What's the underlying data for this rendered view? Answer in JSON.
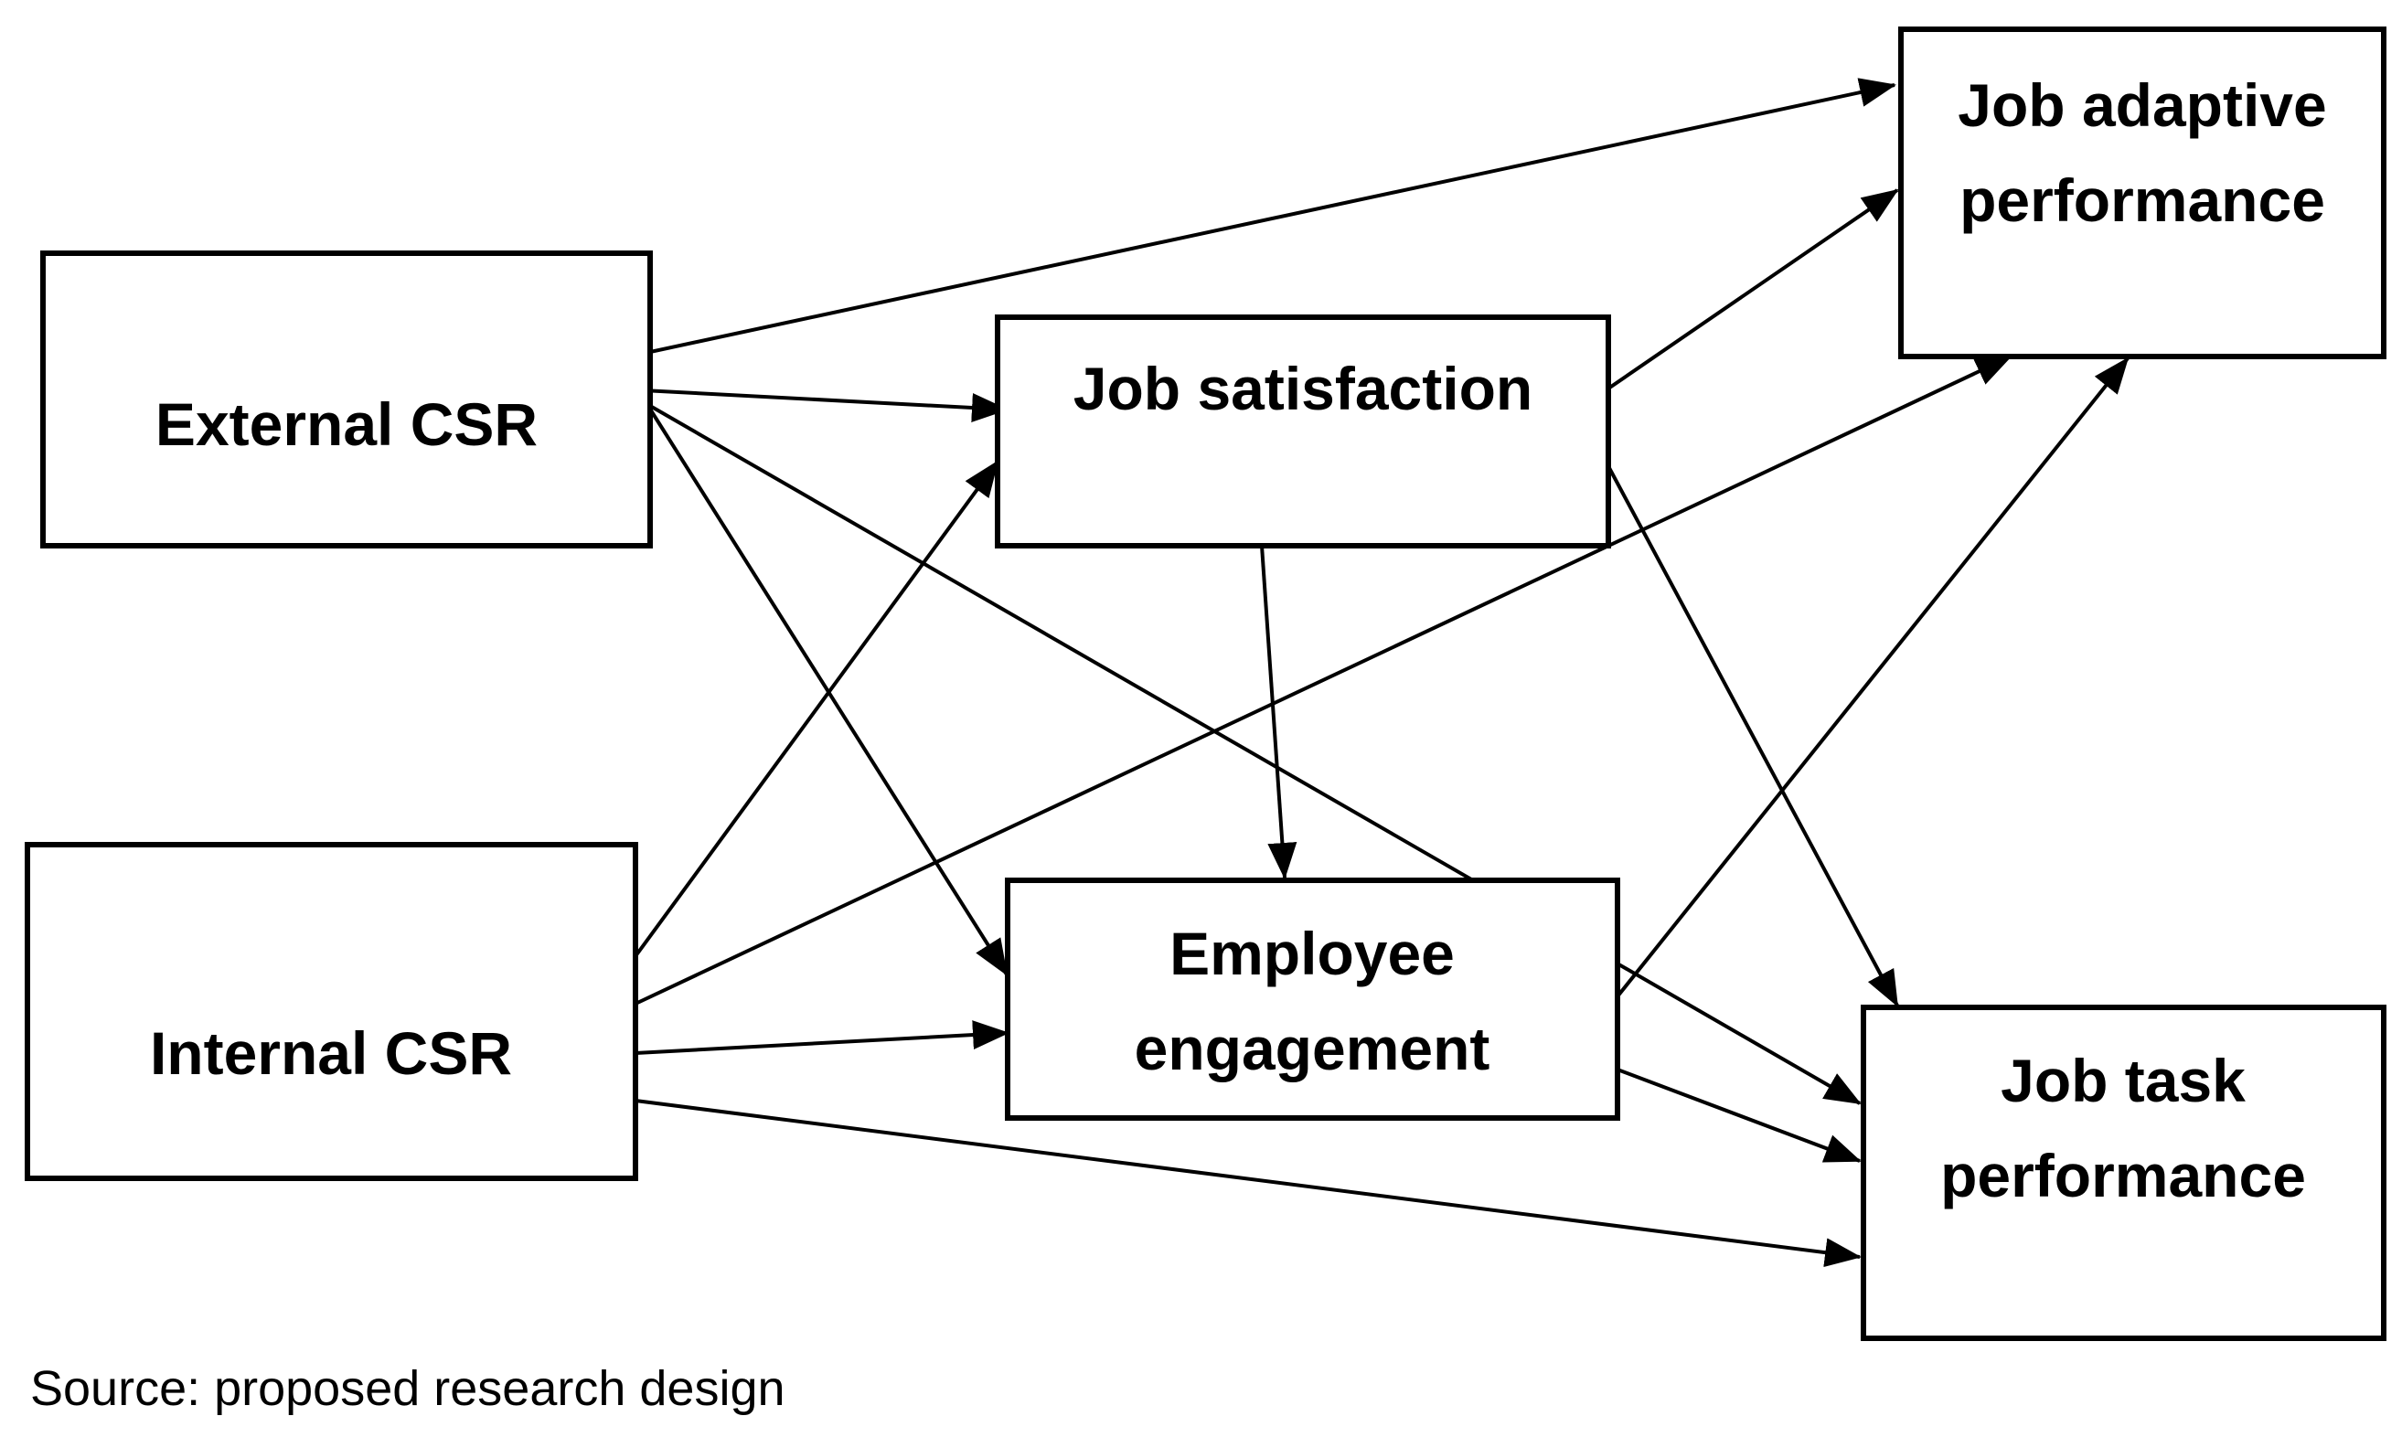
{
  "nodes": {
    "external_csr": {
      "lines": [
        "External CSR"
      ]
    },
    "internal_csr": {
      "lines": [
        "Internal CSR"
      ]
    },
    "job_satisfaction": {
      "lines": [
        "Job satisfaction"
      ]
    },
    "employee_engagement": {
      "lines": [
        "Employee",
        "engagement"
      ]
    },
    "job_adaptive_performance": {
      "lines": [
        "Job adaptive",
        "performance"
      ]
    },
    "job_task_performance": {
      "lines": [
        "Job task",
        "performance"
      ]
    }
  },
  "edges": [
    {
      "from": "external_csr",
      "to": "job_adaptive_performance"
    },
    {
      "from": "external_csr",
      "to": "job_satisfaction"
    },
    {
      "from": "external_csr",
      "to": "employee_engagement"
    },
    {
      "from": "external_csr",
      "to": "job_task_performance"
    },
    {
      "from": "internal_csr",
      "to": "job_satisfaction"
    },
    {
      "from": "internal_csr",
      "to": "job_adaptive_performance"
    },
    {
      "from": "internal_csr",
      "to": "employee_engagement"
    },
    {
      "from": "internal_csr",
      "to": "job_task_performance"
    },
    {
      "from": "job_satisfaction",
      "to": "job_adaptive_performance"
    },
    {
      "from": "job_satisfaction",
      "to": "employee_engagement"
    },
    {
      "from": "job_satisfaction",
      "to": "job_task_performance"
    },
    {
      "from": "employee_engagement",
      "to": "job_adaptive_performance"
    },
    {
      "from": "employee_engagement",
      "to": "job_task_performance"
    }
  ],
  "caption": "Source: proposed research design",
  "colors": {
    "stroke": "#000000",
    "background": "#ffffff"
  }
}
